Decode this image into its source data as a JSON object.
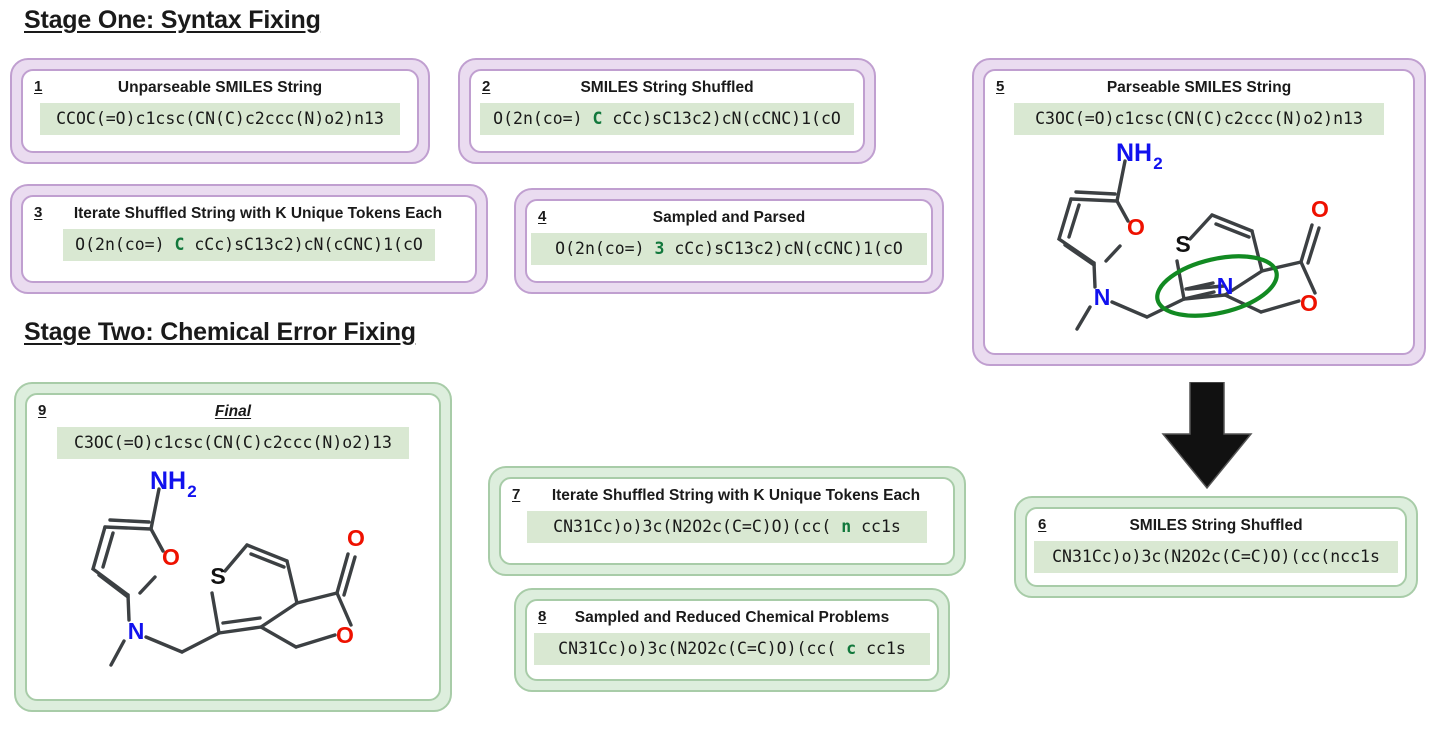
{
  "stages": [
    {
      "id": "stage-one",
      "label": "Stage One: Syntax Fixing"
    },
    {
      "id": "stage-two",
      "label": "Stage Two: Chemical Error Fixing"
    }
  ],
  "boxes": {
    "b1": {
      "num": "1",
      "title": "Unparseable SMILES String",
      "smiles": "CCOC(=O)c1csc(CN(C)c2ccc(N)o2)n13",
      "highlight": ""
    },
    "b2": {
      "num": "2",
      "title": "SMILES String Shuffled",
      "smiles_pre": "O(2n(co=) ",
      "highlight": "C",
      "smiles_post": " cCc)sC13c2)cN(cCNC)1(cO"
    },
    "b3": {
      "num": "3",
      "title": "Iterate Shuffled String with K Unique Tokens Each",
      "smiles_pre": "O(2n(co=) ",
      "highlight": "C",
      "smiles_post": " cCc)sC13c2)cN(cCNC)1(cO"
    },
    "b4": {
      "num": "4",
      "title": "Sampled and Parsed",
      "smiles_pre": "O(2n(co=) ",
      "highlight": "3",
      "smiles_post": " cCc)sC13c2)cN(cCNC)1(cO"
    },
    "b5": {
      "num": "5",
      "title": "Parseable SMILES String",
      "smiles": "C3OC(=O)c1csc(CN(C)c2ccc(N)o2)n13",
      "molecule": "amino-furan-methylamino-methyl-thieno-furanone-with-N-circled"
    },
    "b6": {
      "num": "6",
      "title": "SMILES String Shuffled",
      "smiles": "CN31Cc)o)3c(N2O2c(C=C)O)(cc(ncc1s"
    },
    "b7": {
      "num": "7",
      "title": "Iterate Shuffled String with K Unique Tokens Each",
      "smiles_pre": "CN31Cc)o)3c(N2O2c(C=C)O)(cc( ",
      "highlight": "n",
      "smiles_post": " cc1s"
    },
    "b8": {
      "num": "8",
      "title": "Sampled and Reduced Chemical Problems",
      "smiles_pre": "CN31Cc)o)3c(N2O2c(C=C)O)(cc( ",
      "highlight": "c",
      "smiles_post": " cc1s"
    },
    "b9": {
      "num": "9",
      "title": "Final",
      "smiles": "C3OC(=O)c1csc(CN(C)c2ccc(N)o2)13",
      "molecule": "amino-furan-methylamino-methyl-thieno-furanone-final"
    }
  },
  "atom_labels": {
    "amine": "NH",
    "amine_sub": "2",
    "oxygen": "O",
    "sulfur": "S",
    "nitrogen": "N"
  },
  "arrow": {
    "name": "stage-transition-arrow",
    "direction": "down"
  },
  "colors": {
    "purple_frame": "#c09fd0",
    "purple_fill": "#eadcf0",
    "green_frame": "#a8cca8",
    "green_fill": "#ddeedd",
    "smiles_highlight_bg": "#d9e8d2",
    "token_green": "#12783c",
    "oxygen_red": "#ee1100",
    "nitrogen_blue": "#1111ee",
    "bond_gray": "#3c4043",
    "circle_green": "#128a22",
    "arrow_black": "#111111"
  }
}
